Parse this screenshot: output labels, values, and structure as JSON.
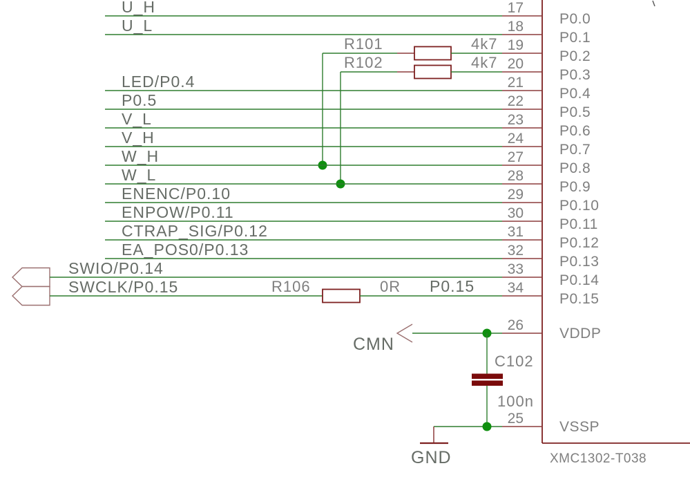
{
  "colors": {
    "background": "#ffffff",
    "wire_green": "#2e7d2e",
    "junction_green": "#0f8f0f",
    "symbol_maroon": "#7d2020",
    "pin_maroon": "#8c3b3b",
    "connector_maroon": "#9b7070",
    "capacitor_fill": "#7a0b0b",
    "net_text_gray": "#666c66",
    "part_text_gray": "#7f7f7f"
  },
  "chip": {
    "name": "XMC1302-T038",
    "power_pins": [
      {
        "number": "26",
        "name": "VDDP"
      },
      {
        "number": "25",
        "name": "VSSP"
      }
    ]
  },
  "rows": [
    {
      "pin": "17",
      "name": "P0.0",
      "label": "U_H"
    },
    {
      "pin": "18",
      "name": "P0.1",
      "label": "U_L"
    },
    {
      "pin": "19",
      "name": "P0.2",
      "resistor": "r101"
    },
    {
      "pin": "20",
      "name": "P0.3",
      "resistor": "r102"
    },
    {
      "pin": "21",
      "name": "P0.4",
      "label": "LED/P0.4"
    },
    {
      "pin": "22",
      "name": "P0.5",
      "label": "P0.5"
    },
    {
      "pin": "23",
      "name": "P0.6",
      "label": "V_L"
    },
    {
      "pin": "24",
      "name": "P0.7",
      "label": "V_H"
    },
    {
      "pin": "27",
      "name": "P0.8",
      "label": "W_H",
      "junction": true
    },
    {
      "pin": "28",
      "name": "P0.9",
      "label": "W_L",
      "junction": true
    },
    {
      "pin": "29",
      "name": "P0.10",
      "label": "ENENC/P0.10"
    },
    {
      "pin": "30",
      "name": "P0.11",
      "label": "ENPOW/P0.11"
    },
    {
      "pin": "31",
      "name": "P0.12",
      "label": "CTRAP_SIG/P0.12"
    },
    {
      "pin": "32",
      "name": "P0.13",
      "label": "EA_POS0/P0.13"
    },
    {
      "pin": "33",
      "name": "P0.14",
      "label": "SWIO/P0.14",
      "connector": true
    },
    {
      "pin": "34",
      "name": "P0.15",
      "label": "SWCLK/P0.15",
      "connector": true,
      "resistor": "r106"
    }
  ],
  "components": {
    "r101": {
      "ref": "R101",
      "value": "4k7"
    },
    "r102": {
      "ref": "R102",
      "value": "4k7"
    },
    "r106": {
      "ref": "R106",
      "value": "0R",
      "net_label": "P0.15"
    },
    "c102": {
      "ref": "C102",
      "value": "100n"
    }
  },
  "nets": {
    "cmn": "CMN",
    "gnd": "GND"
  }
}
